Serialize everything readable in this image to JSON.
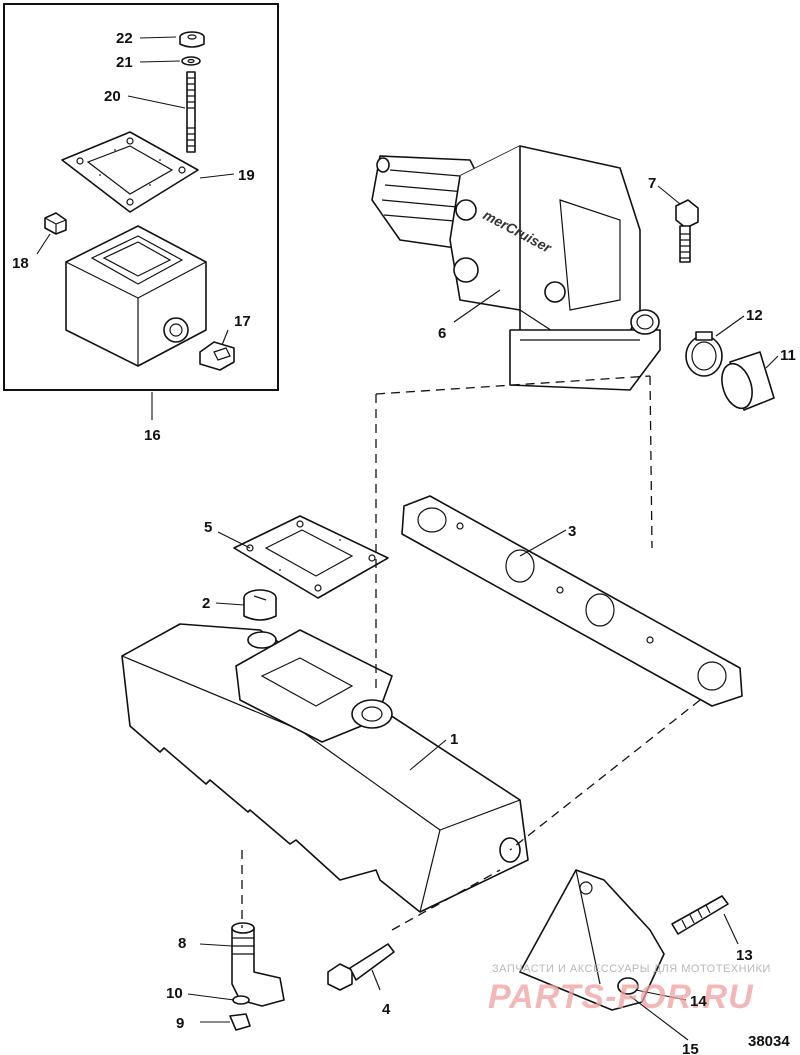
{
  "diagram": {
    "reference_number": "38034",
    "inset_label": "16",
    "callouts": [
      "1",
      "2",
      "3",
      "4",
      "5",
      "6",
      "7",
      "8",
      "9",
      "10",
      "11",
      "12",
      "13",
      "14",
      "15",
      "17",
      "18",
      "19",
      "20",
      "21",
      "22"
    ],
    "brand_mark": "merCruiser",
    "watermark_line": "ЗАПЧАСТИ И АКСЕССУАРЫ ДЛЯ МОТОТЕХНИКИ",
    "watermark_logo": "PARTS-FOR.RU"
  }
}
